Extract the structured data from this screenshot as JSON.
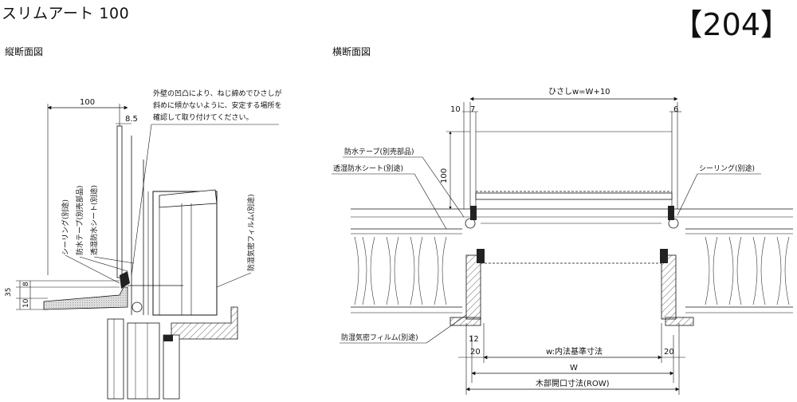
{
  "header": {
    "product_name": "スリムアート 100",
    "code": "【204】"
  },
  "vertical_section": {
    "title": "縦断面図",
    "dim_top": "100",
    "dim_85": "8.5",
    "dim_35": "35",
    "dim_8": "8",
    "dim_10": "10",
    "note_line1": "外壁の凹凸により、ねじ締めでひさしが",
    "note_line2": "斜めに傾かないように、安定する場所を",
    "note_line3": "確認して取り付けてください。",
    "label_sealing": "シーリング(別途)",
    "label_tape": "防水テープ(別売部品)",
    "label_sheet": "透湿防水シート(別途)",
    "label_film": "防湿気密フィルム(別途)"
  },
  "horizontal_section": {
    "title": "横断面図",
    "dim_hisashi": "ひさしw=W+10",
    "dim_10": "10",
    "dim_7": "7",
    "dim_6": "6",
    "dim_100": "100",
    "dim_12": "12",
    "dim_20_left": "20",
    "dim_20_right": "20",
    "dim_inner": "w:内法基準寸法",
    "dim_W": "W",
    "dim_opening": "木部開口寸法(ROW)",
    "label_tape": "防水テープ(別売部品)",
    "label_sheet": "透湿防水シート(別途)",
    "label_sealing": "シーリング(別途)",
    "label_film": "防湿気密フィルム(別途)"
  }
}
